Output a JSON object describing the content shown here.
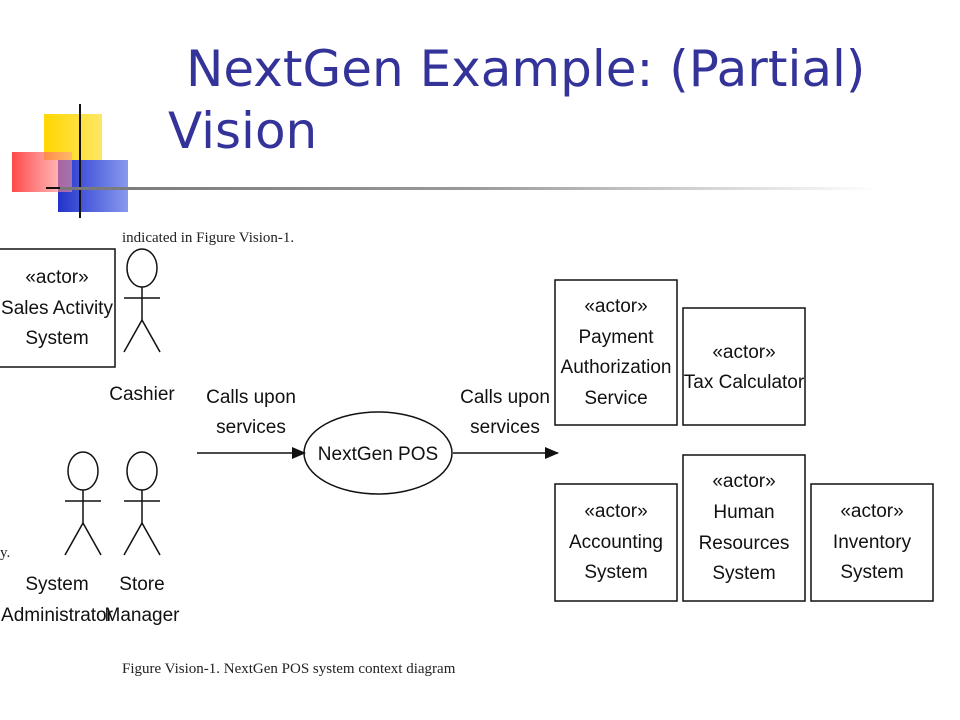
{
  "slide": {
    "title_line1": "NextGen Example: (Partial)",
    "title_line2": "Vision"
  },
  "diagram": {
    "top_caption": "indicated in Figure Vision-1.",
    "bottom_caption": "Figure Vision-1. NextGen POS system context diagram",
    "left_fragment": "y.",
    "stereotype": "«actor»",
    "center": "NextGen POS",
    "arrow_left_label": [
      "Calls upon",
      "services"
    ],
    "arrow_right_label": [
      "Calls upon",
      "services"
    ],
    "sales_activity": [
      "Sales Activity",
      "System"
    ],
    "cashier": "Cashier",
    "sys_admin": [
      "System",
      "Administrator"
    ],
    "store_manager": [
      "Store",
      "Manager"
    ],
    "payment": [
      "Payment",
      "Authorization",
      "Service"
    ],
    "tax": [
      "Tax Calculator"
    ],
    "accounting": [
      "Accounting",
      "System"
    ],
    "hr": [
      "Human",
      "Resources",
      "System"
    ],
    "inventory": [
      "Inventory",
      "System"
    ]
  }
}
